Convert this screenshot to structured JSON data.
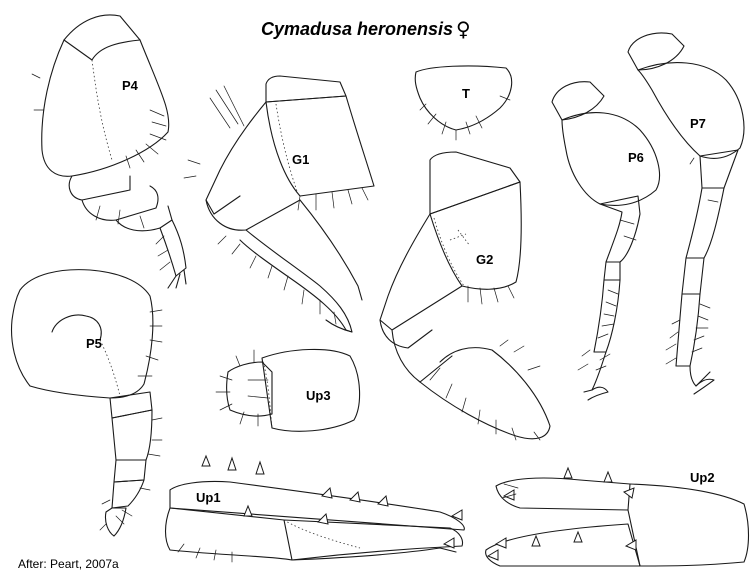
{
  "figure": {
    "title": "Cymadusa heronensis",
    "sex_symbol": "♀",
    "credit": "After: Peart, 2007a",
    "labels": {
      "P4": "P4",
      "G1": "G1",
      "T": "T",
      "P6": "P6",
      "P7": "P7",
      "G2": "G2",
      "P5": "P5",
      "Up3": "Up3",
      "Up1": "Up1",
      "Up2": "Up2"
    }
  }
}
